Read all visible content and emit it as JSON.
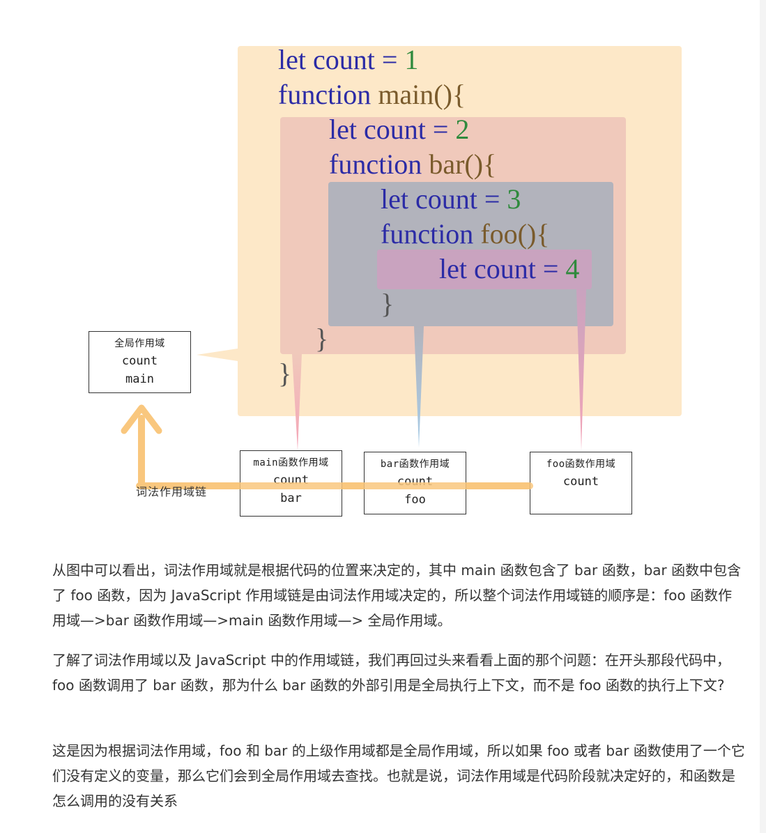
{
  "diagram": {
    "code": {
      "l1": {
        "kw": "let count = ",
        "num": "1"
      },
      "l2": {
        "kw": "function ",
        "fn": "main(){"
      },
      "l3": {
        "kw": "let count = ",
        "num": "2"
      },
      "l4": {
        "kw": "function ",
        "fn": "bar(){"
      },
      "l5": {
        "kw": "let count = ",
        "num": "3"
      },
      "l6": {
        "kw": "function ",
        "fn": "foo(){"
      },
      "l7": {
        "kw": "let count = ",
        "num": "4"
      },
      "close_foo": "}",
      "close_bar": "}",
      "close_main": "}"
    },
    "boxes": {
      "global": {
        "title": "全局作用域",
        "items": [
          "count",
          "main"
        ]
      },
      "main": {
        "title": "main函数作用域",
        "items": [
          "count",
          "bar"
        ]
      },
      "bar": {
        "title": "bar函数作用域",
        "items": [
          "count",
          "foo"
        ]
      },
      "foo": {
        "title": "foo函数作用域",
        "items": [
          "count"
        ]
      }
    },
    "chain_label": "词法作用域链",
    "colors": {
      "global_scope": "#fde8c8",
      "main_scope": "#f0c9bb",
      "bar_scope": "#b2b3bc",
      "foo_scope": "#c9a3bf",
      "chain": "#f9c77e",
      "keyword": "#2b2ba6",
      "function_name": "#7a5b2c",
      "number": "#2f8a3d"
    }
  },
  "paragraphs": [
    "从图中可以看出，词法作用域就是根据代码的位置来决定的，其中 main 函数包含了 bar 函数，bar 函数中包含了 foo 函数，因为 JavaScript 作用域链是由词法作用域决定的，所以整个词法作用域链的顺序是：foo 函数作用域—>bar 函数作用域—>main 函数作用域—> 全局作用域。",
    "了解了词法作用域以及 JavaScript 中的作用域链，我们再回过头来看看上面的那个问题：在开头那段代码中，foo 函数调用了 bar 函数，那为什么 bar 函数的外部引用是全局执行上下文，而不是 foo 函数的执行上下文?",
    "这是因为根据词法作用域，foo 和 bar 的上级作用域都是全局作用域，所以如果 foo 或者 bar 函数使用了一个它们没有定义的变量，那么它们会到全局作用域去查找。也就是说，词法作用域是代码阶段就决定好的，和函数是怎么调用的没有关系"
  ]
}
